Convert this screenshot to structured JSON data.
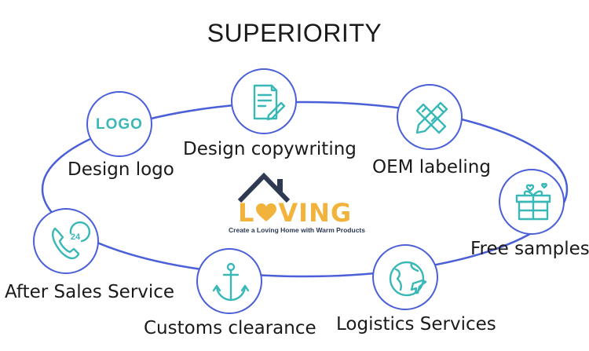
{
  "title": "SUPERIORITY",
  "nodes": [
    {
      "label": "Design logo",
      "icon": "logo-text-icon",
      "icon_text": "LOGO"
    },
    {
      "label": "Design copywriting",
      "icon": "document-pen-icon"
    },
    {
      "label": "OEM labeling",
      "icon": "ruler-pencil-icon"
    },
    {
      "label": "Free samples",
      "icon": "gift-icon"
    },
    {
      "label": "Logistics Services",
      "icon": "globe-plane-icon"
    },
    {
      "label": "Customs clearance",
      "icon": "anchor-icon"
    },
    {
      "label": "After Sales Service",
      "icon": "phone-24-icon",
      "icon_text": "24"
    }
  ],
  "brand": {
    "word_prefix": "L",
    "word_suffix": "VING",
    "tagline": "Create a Loving Home with Warm Products"
  },
  "colors": {
    "ring": "#4a5fd8",
    "icon": "#3ab7b7",
    "brand_orange": "#f2b33d",
    "brand_navy": "#2d3a52"
  }
}
